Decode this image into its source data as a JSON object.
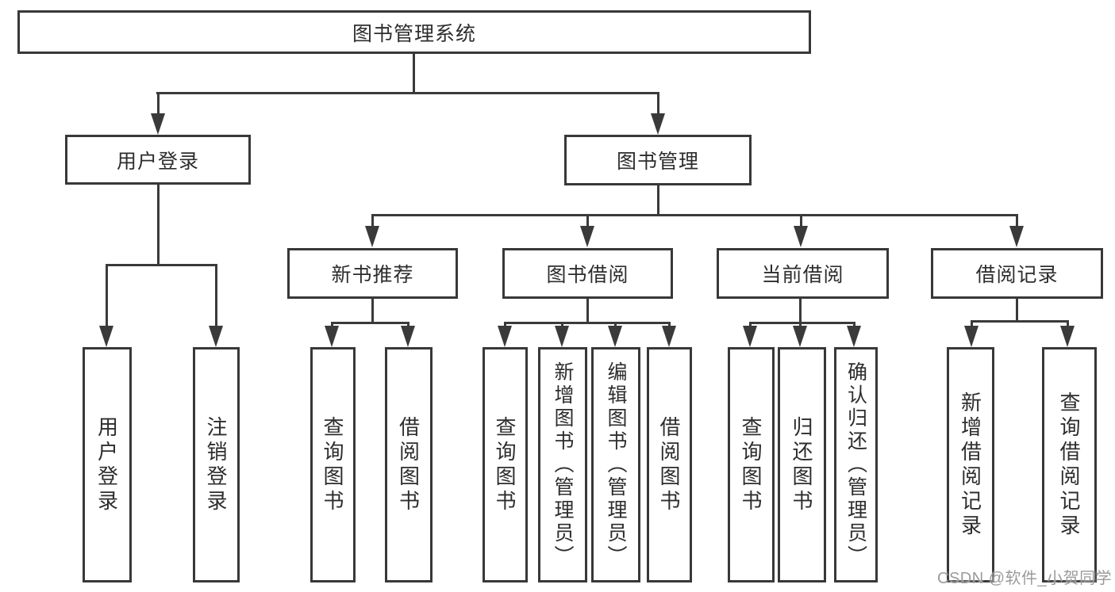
{
  "colors": {
    "background": "#ffffff",
    "line": "#3a3a3a",
    "box_border": "#383838",
    "text": "#2d2d2d",
    "watermark": "#9b9b9b"
  },
  "root": {
    "label": "图书管理系统"
  },
  "level2": {
    "user_login": {
      "label": "用户登录"
    },
    "book_management": {
      "label": "图书管理"
    }
  },
  "level3": {
    "new_book_rec": {
      "label": "新书推荐"
    },
    "book_borrow": {
      "label": "图书借阅"
    },
    "current_borrow": {
      "label": "当前借阅"
    },
    "borrow_records": {
      "label": "借阅记录"
    }
  },
  "leaves": {
    "user_login": {
      "label": "用户登录"
    },
    "logout": {
      "label": "注销登录"
    },
    "newbook_query": {
      "label": "查询图书"
    },
    "newbook_borrow": {
      "label": "借阅图书"
    },
    "borrow_query": {
      "label": "查询图书"
    },
    "borrow_add": {
      "label": "新增图书（管理员）"
    },
    "borrow_edit": {
      "label": "编辑图书（管理员）"
    },
    "borrow_borrow": {
      "label": "借阅图书"
    },
    "current_query": {
      "label": "查询图书"
    },
    "current_return": {
      "label": "归还图书"
    },
    "current_confirm": {
      "label": "确认归还（管理员）"
    },
    "records_add": {
      "label": "新增借阅记录"
    },
    "records_query": {
      "label": "查询借阅记录"
    }
  },
  "hierarchy": {
    "图书管理系统": [
      "用户登录",
      "图书管理"
    ],
    "用户登录": [
      "用户登录",
      "注销登录"
    ],
    "图书管理": [
      "新书推荐",
      "图书借阅",
      "当前借阅",
      "借阅记录"
    ],
    "新书推荐": [
      "查询图书",
      "借阅图书"
    ],
    "图书借阅": [
      "查询图书",
      "新增图书（管理员）",
      "编辑图书（管理员）",
      "借阅图书"
    ],
    "当前借阅": [
      "查询图书",
      "归还图书",
      "确认归还（管理员）"
    ],
    "借阅记录": [
      "新增借阅记录",
      "查询借阅记录"
    ]
  },
  "watermark": {
    "label": "CSDN @软件_小贺同学"
  }
}
